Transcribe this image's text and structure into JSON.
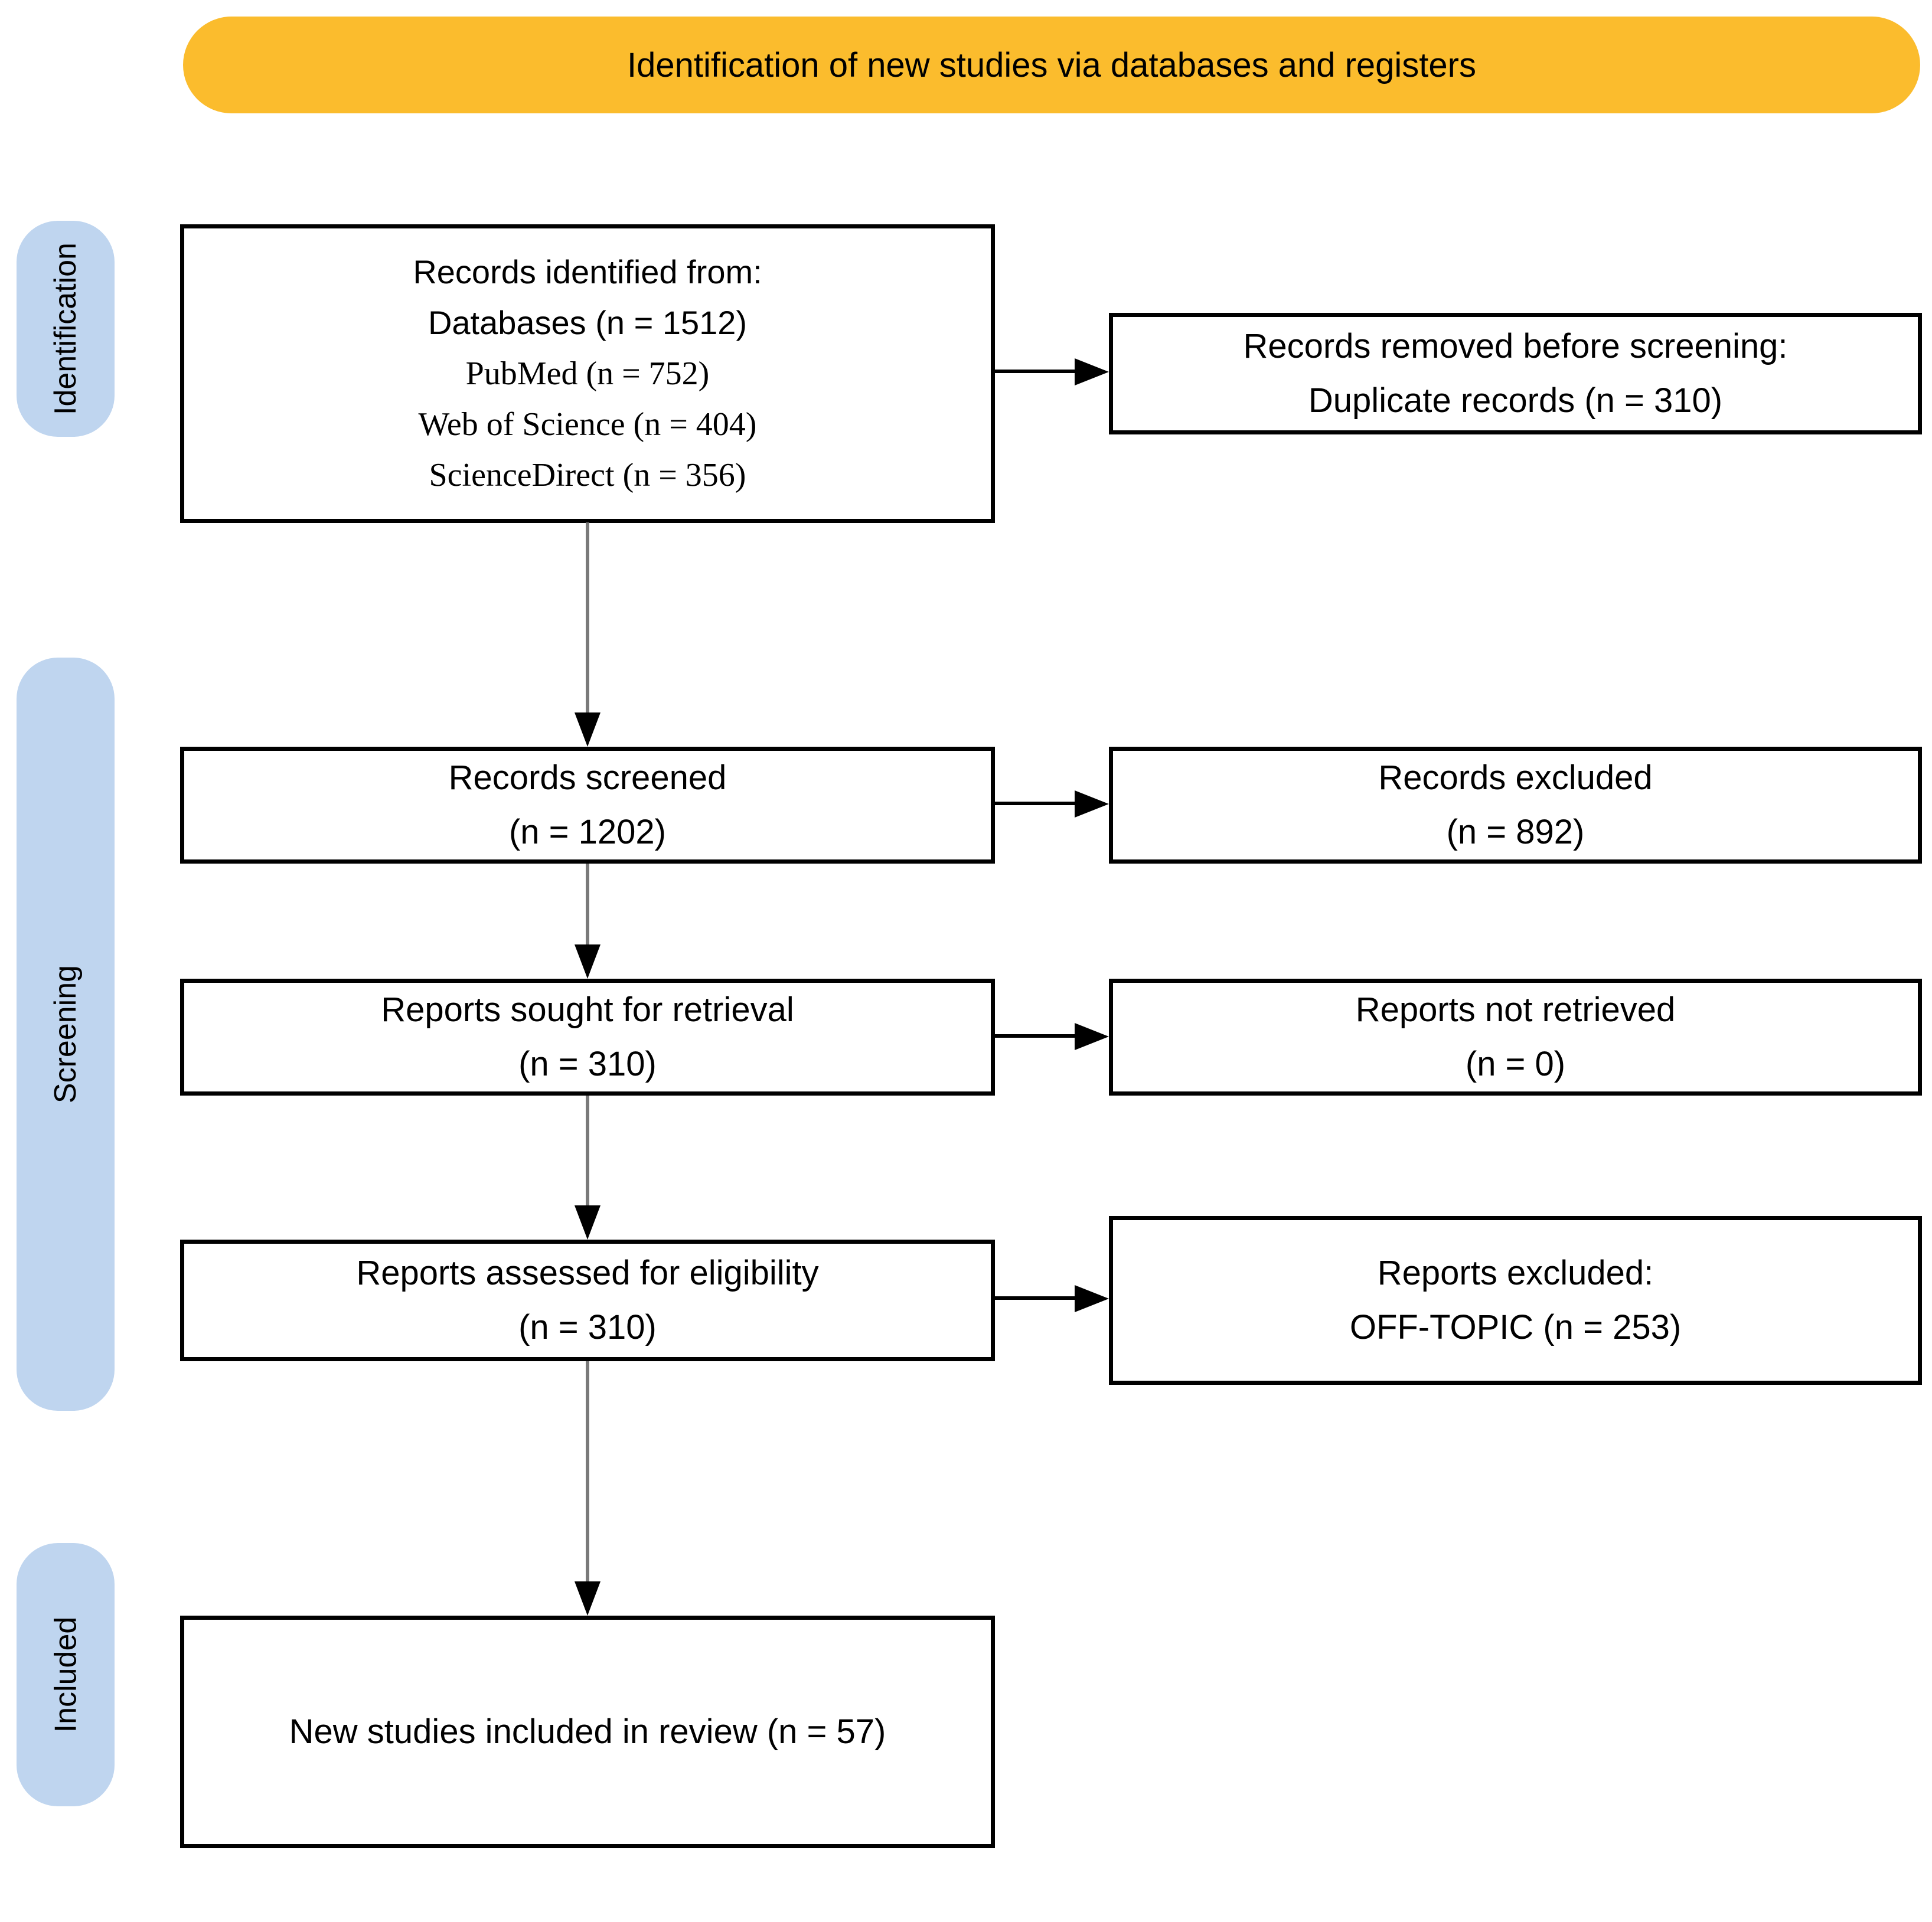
{
  "banner": {
    "title": "Identification of new studies via databases and registers"
  },
  "stages": [
    {
      "label": "Identification"
    },
    {
      "label": "Screening"
    },
    {
      "label": "Included"
    }
  ],
  "boxes": {
    "identified": {
      "lines": [
        "Records identified from:",
        "Databases (n = 1512)",
        "PubMed (n = 752)",
        "Web of Science (n = 404)",
        "ScienceDirect (n = 356)"
      ]
    },
    "removed": {
      "lines": [
        "Records removed before screening:",
        "Duplicate records (n = 310)"
      ]
    },
    "screened": {
      "lines": [
        "Records screened",
        "(n = 1202)"
      ]
    },
    "excluded": {
      "lines": [
        "Records excluded",
        "(n = 892)"
      ]
    },
    "sought": {
      "lines": [
        "Reports sought for retrieval",
        "(n = 310)"
      ]
    },
    "not_retrieved": {
      "lines": [
        "Reports not retrieved",
        "(n = 0)"
      ]
    },
    "assessed": {
      "lines": [
        "Reports assessed for eligibility",
        "(n = 310)"
      ]
    },
    "reports_excluded": {
      "lines": [
        "Reports excluded:",
        "OFF-TOPIC (n = 253)"
      ]
    },
    "included": {
      "lines": [
        "New studies included in review (n = 57)"
      ]
    }
  },
  "edges": [
    {
      "from": "identified",
      "to": "removed"
    },
    {
      "from": "identified",
      "to": "screened"
    },
    {
      "from": "screened",
      "to": "excluded"
    },
    {
      "from": "screened",
      "to": "sought"
    },
    {
      "from": "sought",
      "to": "not_retrieved"
    },
    {
      "from": "sought",
      "to": "assessed"
    },
    {
      "from": "assessed",
      "to": "reports_excluded"
    },
    {
      "from": "assessed",
      "to": "included"
    }
  ],
  "colors": {
    "banner_fill": "#FBBC2D",
    "stage_fill": "#BFD5EF",
    "box_border": "#000000",
    "arrow_stem": "#7A7A7A",
    "arrow_head": "#000000",
    "text": "#000000",
    "background": "#FFFFFF"
  }
}
